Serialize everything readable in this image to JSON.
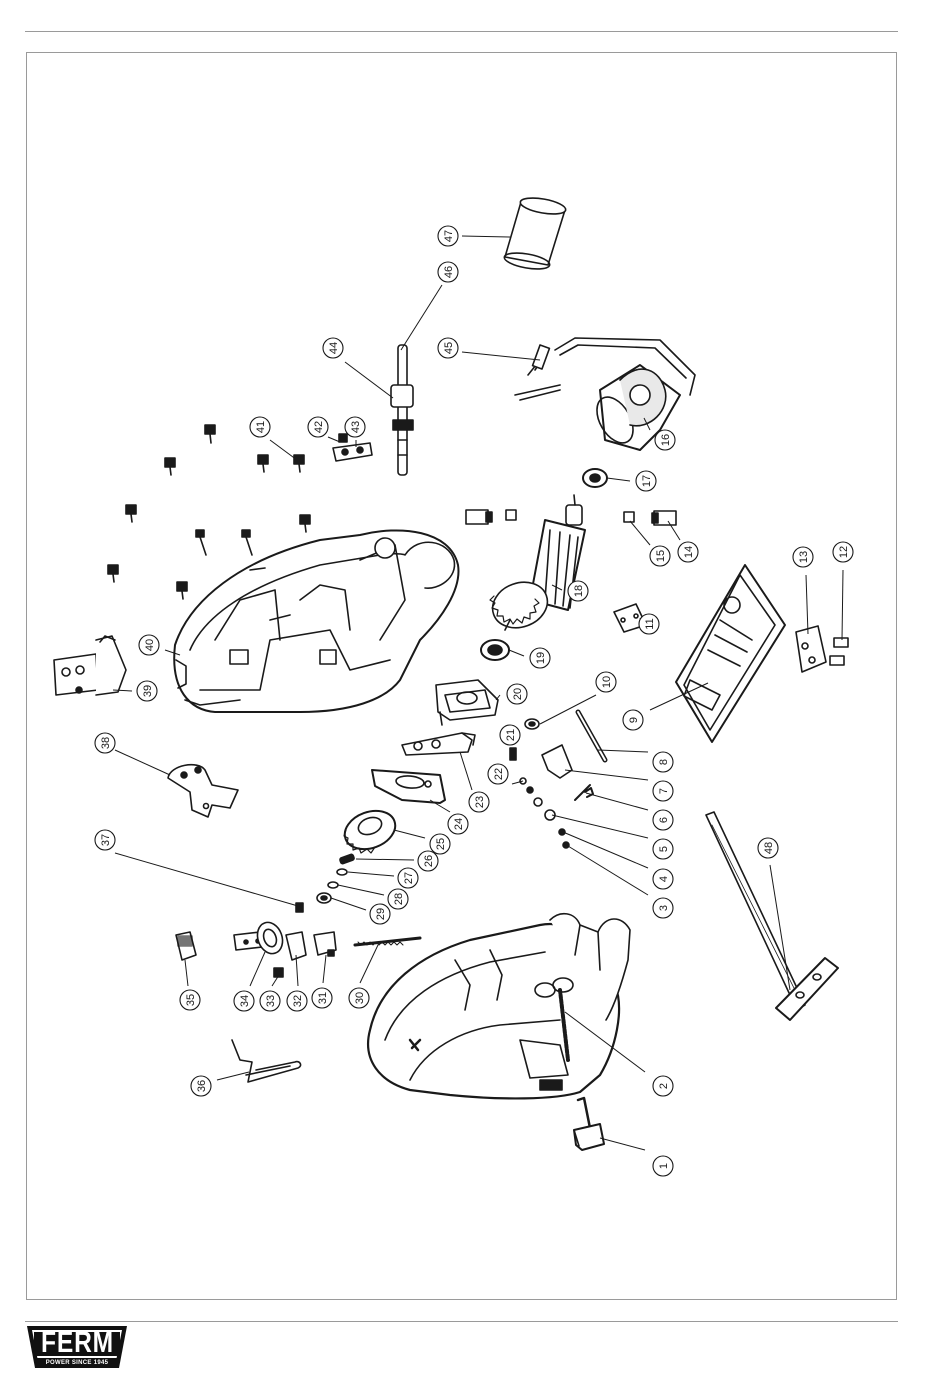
{
  "brand": {
    "name": "FERM",
    "tagline": "POWER SINCE 1945"
  },
  "callouts": [
    "1",
    "2",
    "3",
    "4",
    "5",
    "6",
    "7",
    "8",
    "9",
    "10",
    "11",
    "12",
    "13",
    "14",
    "15",
    "16",
    "17",
    "18",
    "19",
    "20",
    "21",
    "22",
    "23",
    "24",
    "25",
    "26",
    "27",
    "28",
    "29",
    "30",
    "31",
    "32",
    "33",
    "34",
    "35",
    "36",
    "37",
    "38",
    "39",
    "40",
    "41",
    "42",
    "43",
    "44",
    "45",
    "46",
    "47",
    "48"
  ],
  "colors": {
    "ink": "#1a1a1a",
    "rule": "#9a9a9a",
    "paper": "#ffffff"
  }
}
